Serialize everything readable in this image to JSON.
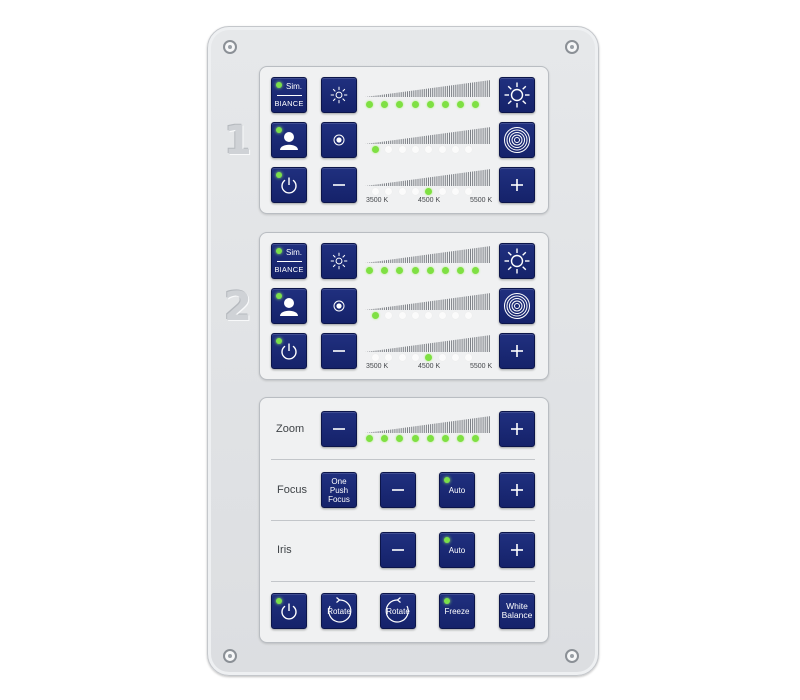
{
  "modules": [
    {
      "number": "1",
      "sim_top": "Sim.",
      "sim_bottom": "BIANCE",
      "intensity_leds": [
        1,
        1,
        1,
        1,
        1,
        1,
        1,
        1
      ],
      "field_leds": [
        1,
        0,
        0,
        0,
        0,
        0,
        0,
        0
      ],
      "temp_leds": [
        0,
        0,
        0,
        0,
        1,
        0,
        0,
        0
      ],
      "temp_labels": [
        "3500 K",
        "4500 K",
        "5500 K"
      ]
    },
    {
      "number": "2",
      "sim_top": "Sim.",
      "sim_bottom": "BIANCE",
      "intensity_leds": [
        1,
        1,
        1,
        1,
        1,
        1,
        1,
        1
      ],
      "field_leds": [
        1,
        0,
        0,
        0,
        0,
        0,
        0,
        0
      ],
      "temp_leds": [
        0,
        0,
        0,
        0,
        1,
        0,
        0,
        0
      ],
      "temp_labels": [
        "3500 K",
        "4500 K",
        "5500 K"
      ]
    }
  ],
  "camera": {
    "zoom_label": "Zoom",
    "zoom_leds": [
      1,
      1,
      1,
      1,
      1,
      1,
      1,
      1
    ],
    "focus_label": "Focus",
    "one_push_lines": [
      "One",
      "Push",
      "Focus"
    ],
    "focus_auto_label": "Auto",
    "iris_label": "Iris",
    "iris_auto_label": "Auto",
    "rotate_left_label": "Rotate",
    "rotate_right_label": "Rotate",
    "freeze_label": "Freeze",
    "white_balance_lines": [
      "White",
      "Balance"
    ]
  },
  "colors": {
    "button_blue": "#1b2a74",
    "led_green": "#7fe043",
    "panel_gray": "#e1e3e6"
  },
  "icons": [
    "power-icon",
    "person-icon",
    "sun-small-icon",
    "sun-large-icon",
    "spot-small-icon",
    "spot-large-icon",
    "minus-icon",
    "plus-icon",
    "rotate-ccw-icon",
    "rotate-cw-icon"
  ]
}
